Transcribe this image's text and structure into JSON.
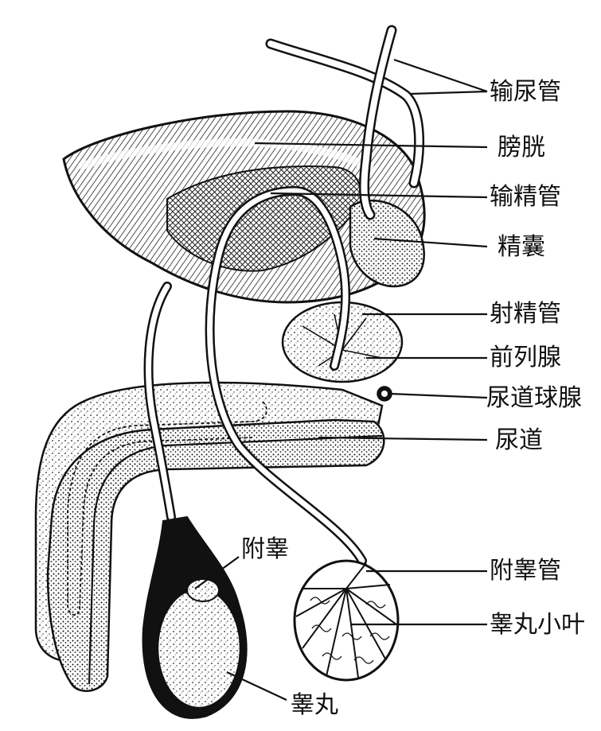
{
  "labels": {
    "ureter": "输尿管",
    "bladder": "膀胱",
    "vas_deferens": "输精管",
    "seminal_vesicle": "精囊",
    "ejaculatory_duct": "射精管",
    "prostate": "前列腺",
    "bulbourethral_gland": "尿道球腺",
    "urethra": "尿道",
    "epididymal_duct": "附睾管",
    "testis_lobule": "睾丸小叶",
    "epididymis": "附睾",
    "testis": "睾丸"
  }
}
